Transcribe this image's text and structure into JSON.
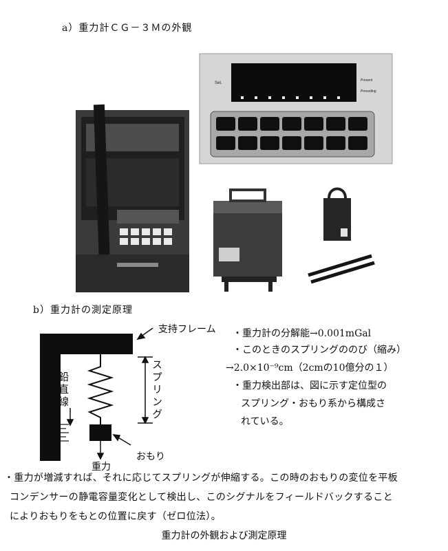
{
  "section_a": {
    "heading": "a）重力計ＣＧ－３Ｍの外観"
  },
  "section_b": {
    "heading": "b）重力計の測定原理"
  },
  "photo": {
    "keypad_labels": {
      "set": "Set.",
      "present": "Present",
      "preceding": "Preceding"
    }
  },
  "diagram": {
    "support_frame": "支持フレーム",
    "spring": "スプリング",
    "plumb_line": "鉛直線",
    "weight": "おもり",
    "gravity": "重力"
  },
  "notes": {
    "resolution": "・重力計の分解能→0.001mGal",
    "stretch_intro": "・このときのスプリングののび（縮み）",
    "stretch_value": "→2.0×10⁻⁹cm（2cmの10億分の１）",
    "detector_line1": "・重力検出部は、図に示す定位型の",
    "detector_line2": "スプリング・おもり系から構成さ",
    "detector_line3": "れている。"
  },
  "explanation": {
    "line1": "・重力が増減すれば、それに応じてスプリングが伸縮する。この時のおもりの変位を平板",
    "line2": "コンデンサーの静電容量変化として検出し、このシグナルをフィールドバックすること",
    "line3": "によりおもりをもとの位置に戻す（ゼロ位法）。"
  },
  "caption": "重力計の外観および測定原理"
}
